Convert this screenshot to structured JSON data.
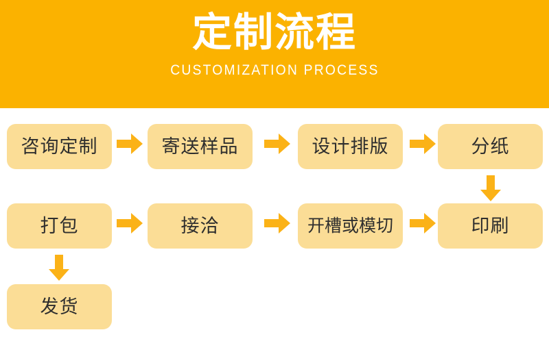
{
  "banner": {
    "title": "定制流程",
    "subtitle": "CUSTOMIZATION PROCESS",
    "background_color": "#fbb200",
    "text_color": "#ffffff"
  },
  "theme": {
    "node_fill": "#fbdd96",
    "node_text_color": "#2e2e2e",
    "arrow_color": "#fbb217",
    "page_background": "#ffffff"
  },
  "flow": {
    "rows": [
      {
        "row_index": 1,
        "direction": "left-to-right",
        "nodes": [
          {
            "id": "step-1",
            "label": "咨询定制"
          },
          {
            "id": "step-2",
            "label": "寄送样品"
          },
          {
            "id": "step-3",
            "label": "设计排版"
          },
          {
            "id": "step-4",
            "label": "分纸"
          }
        ]
      },
      {
        "row_index": 2,
        "direction": "right-to-left",
        "nodes": [
          {
            "id": "step-8",
            "label": "打包"
          },
          {
            "id": "step-7",
            "label": "接洽"
          },
          {
            "id": "step-6",
            "label": "开槽或模切"
          },
          {
            "id": "step-5",
            "label": "印刷"
          }
        ]
      },
      {
        "row_index": 3,
        "direction": "left-to-right",
        "nodes": [
          {
            "id": "step-9",
            "label": "发货"
          }
        ]
      }
    ],
    "horizontal_connectors": [
      {
        "id": "arrow-r1-a",
        "from": "咨询定制",
        "to": "寄送样品"
      },
      {
        "id": "arrow-r1-b",
        "from": "寄送样品",
        "to": "设计排版"
      },
      {
        "id": "arrow-r1-c",
        "from": "设计排版",
        "to": "分纸"
      },
      {
        "id": "arrow-r2-a",
        "from": "打包",
        "to": "接洽"
      },
      {
        "id": "arrow-r2-b",
        "from": "接洽",
        "to": "开槽或模切"
      },
      {
        "id": "arrow-r2-c",
        "from": "开槽或模切",
        "to": "印刷"
      }
    ],
    "vertical_connectors": [
      {
        "id": "arrow-v-1",
        "from": "分纸",
        "to": "印刷"
      },
      {
        "id": "arrow-v-2",
        "from": "打包",
        "to": "发货"
      }
    ]
  }
}
